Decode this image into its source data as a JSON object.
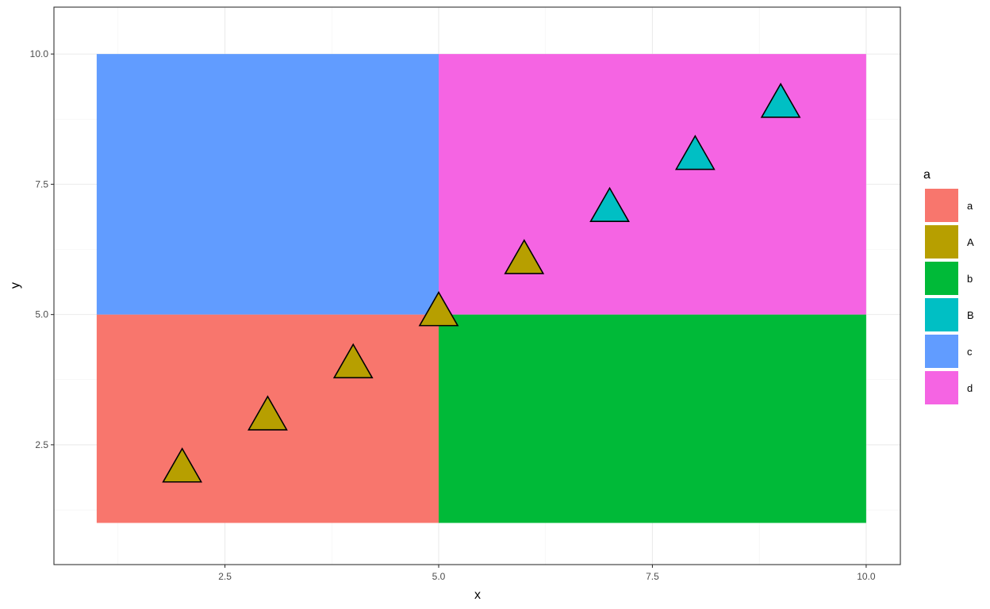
{
  "chart_data": {
    "type": "scatter",
    "xlabel": "x",
    "ylabel": "y",
    "xlim": [
      0.5,
      10.4
    ],
    "ylim": [
      0.2,
      10.9
    ],
    "x_ticks": [
      2.5,
      5.0,
      7.5,
      10.0
    ],
    "x_tick_labels": [
      "2.5",
      "5.0",
      "7.5",
      "10.0"
    ],
    "y_ticks": [
      2.5,
      5.0,
      7.5,
      10.0
    ],
    "y_tick_labels": [
      "2.5",
      "5.0",
      "7.5",
      "10.0"
    ],
    "grid": true,
    "legend": {
      "title": "a",
      "placement": "right",
      "entries": [
        {
          "label": "a",
          "color": "#F8766D"
        },
        {
          "label": "A",
          "color": "#B79F00"
        },
        {
          "label": "b",
          "color": "#00BA38"
        },
        {
          "label": "B",
          "color": "#00BFC4"
        },
        {
          "label": "c",
          "color": "#619CFF"
        },
        {
          "label": "d",
          "color": "#F564E3"
        }
      ]
    },
    "rects": [
      {
        "group": "a",
        "xmin": 1,
        "xmax": 5,
        "ymin": 1,
        "ymax": 5,
        "color": "#F8766D"
      },
      {
        "group": "b",
        "xmin": 5,
        "xmax": 10,
        "ymin": 1,
        "ymax": 5,
        "color": "#00BA38"
      },
      {
        "group": "c",
        "xmin": 1,
        "xmax": 5,
        "ymin": 5,
        "ymax": 10,
        "color": "#619CFF"
      },
      {
        "group": "d",
        "xmin": 5,
        "xmax": 10,
        "ymin": 5,
        "ymax": 10,
        "color": "#F564E3"
      }
    ],
    "points": [
      {
        "x": 2,
        "y": 2,
        "group": "A",
        "color": "#B79F00"
      },
      {
        "x": 3,
        "y": 3,
        "group": "A",
        "color": "#B79F00"
      },
      {
        "x": 4,
        "y": 4,
        "group": "A",
        "color": "#B79F00"
      },
      {
        "x": 5,
        "y": 5,
        "group": "A",
        "color": "#B79F00"
      },
      {
        "x": 6,
        "y": 6,
        "group": "A",
        "color": "#B79F00"
      },
      {
        "x": 7,
        "y": 7,
        "group": "B",
        "color": "#00BFC4"
      },
      {
        "x": 8,
        "y": 8,
        "group": "B",
        "color": "#00BFC4"
      },
      {
        "x": 9,
        "y": 9,
        "group": "B",
        "color": "#00BFC4"
      }
    ],
    "marker": "triangle"
  }
}
